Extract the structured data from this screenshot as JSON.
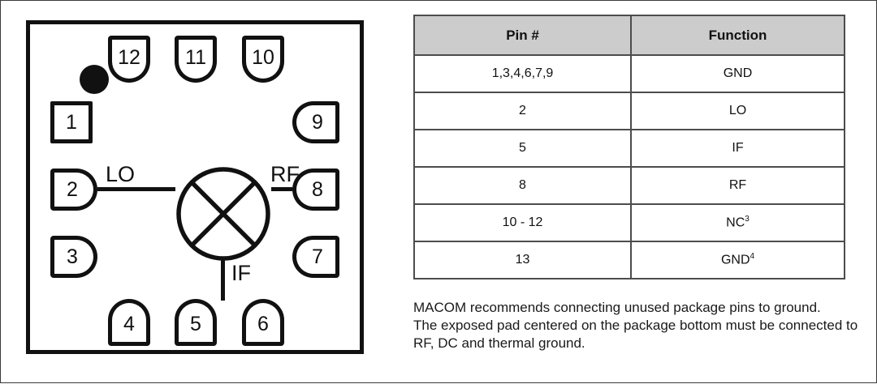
{
  "diagram": {
    "title": "package-pinout",
    "orientation_dot": "pin-1-orientation-dot",
    "pins": [
      {
        "id": "pin-1",
        "number": "1",
        "side": "left"
      },
      {
        "id": "pin-2",
        "number": "2",
        "side": "left"
      },
      {
        "id": "pin-3",
        "number": "3",
        "side": "left"
      },
      {
        "id": "pin-4",
        "number": "4",
        "side": "bottom"
      },
      {
        "id": "pin-5",
        "number": "5",
        "side": "bottom"
      },
      {
        "id": "pin-6",
        "number": "6",
        "side": "bottom"
      },
      {
        "id": "pin-7",
        "number": "7",
        "side": "right"
      },
      {
        "id": "pin-8",
        "number": "8",
        "side": "right"
      },
      {
        "id": "pin-9",
        "number": "9",
        "side": "right"
      },
      {
        "id": "pin-10",
        "number": "10",
        "side": "top"
      },
      {
        "id": "pin-11",
        "number": "11",
        "side": "top"
      },
      {
        "id": "pin-12",
        "number": "12",
        "side": "top"
      }
    ],
    "ports": {
      "lo": "LO",
      "rf": "RF",
      "if": "IF"
    },
    "symbol": "mixer-circle-x-symbol"
  },
  "table": {
    "headers": {
      "pin": "Pin #",
      "function": "Function"
    },
    "rows": [
      {
        "pin": "1,3,4,6,7,9",
        "function": "GND",
        "footnote": ""
      },
      {
        "pin": "2",
        "function": "LO",
        "footnote": ""
      },
      {
        "pin": "5",
        "function": "IF",
        "footnote": ""
      },
      {
        "pin": "8",
        "function": "RF",
        "footnote": ""
      },
      {
        "pin": "10 - 12",
        "function": "NC",
        "footnote": "3"
      },
      {
        "pin": "13",
        "function": "GND",
        "footnote": "4"
      }
    ]
  },
  "notes": {
    "line1": "MACOM recommends connecting unused package pins to ground.",
    "line2": "The exposed pad centered on the package bottom must be connected to RF, DC and thermal ground."
  },
  "colors": {
    "ink": "#111111",
    "header_fill": "#cccccc",
    "table_border": "#4c4c4c",
    "page_border": "#3a3a3a"
  }
}
